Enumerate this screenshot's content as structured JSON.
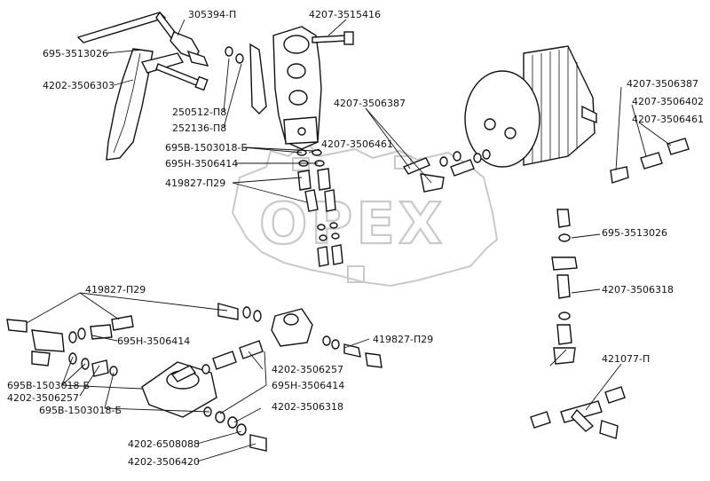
{
  "watermark": {
    "text": "OPEX"
  },
  "labels": {
    "l_305394": "305394-П",
    "l_695_3513026_a": "695-3513026",
    "l_4202_3506303": "4202-3506303",
    "l_4207_3515416": "4207-3515416",
    "l_250512": "250512-П8",
    "l_252136": "252136-П8",
    "l_695b_1503018_a": "695В-1503018-Б",
    "l_695h_3506414_a": "695Н-3506414",
    "l_419827_a": "419827-П29",
    "l_4207_3506387_a": "4207-3506387",
    "l_4207_3506461_a": "4207-3506461",
    "l_4207_3506387_b": "4207-3506387",
    "l_4207_3506402": "4207-3506402",
    "l_4207_3506461_b": "4207-3506461",
    "l_695_3513026_b": "695-3513026",
    "l_4207_3506318": "4207-3506318",
    "l_419827_b": "419827-П29",
    "l_695h_3506414_b": "695Н-3506414",
    "l_695b_1503018_b": "695В-1503018-Б",
    "l_4202_3506257_a": "4202-3506257",
    "l_695b_1503018_c": "695В-1503018-Б",
    "l_419827_c": "419827-П29",
    "l_4202_3506257_b": "4202-3506257",
    "l_695h_3506414_c": "695Н-3506414",
    "l_4202_3506318": "4202-3506318",
    "l_4202_6508088": "4202-6508088",
    "l_4202_3506420": "4202-3506420",
    "l_421077": "421077-П"
  }
}
